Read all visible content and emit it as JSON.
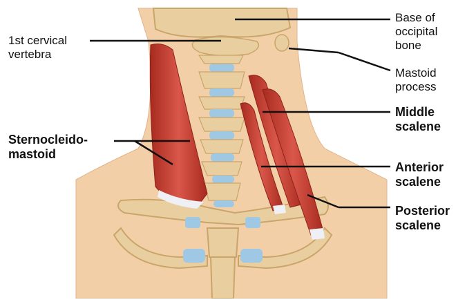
{
  "labels": {
    "first_cervical": [
      "1st cervical",
      "vertebra"
    ],
    "base_occipital": [
      "Base of",
      "occipital",
      "bone"
    ],
    "mastoid": [
      "Mastoid",
      "process"
    ],
    "middle_scalene": [
      "Middle",
      "scalene"
    ],
    "scm": [
      "Sternocleido-",
      "mastoid"
    ],
    "anterior_scalene": [
      "Anterior",
      "scalene"
    ],
    "posterior_scalene": [
      "Posterior",
      "scalene"
    ]
  },
  "colors": {
    "skin": "#f3cfa8",
    "skin_shadow": "#e8b98c",
    "bone": "#e9cf9f",
    "bone_edge": "#c9a56a",
    "disc": "#9fc8e4",
    "muscle": "#c0392b",
    "muscle_light": "#e0675a",
    "tendon": "#eef0f5",
    "leader": "#111111"
  }
}
